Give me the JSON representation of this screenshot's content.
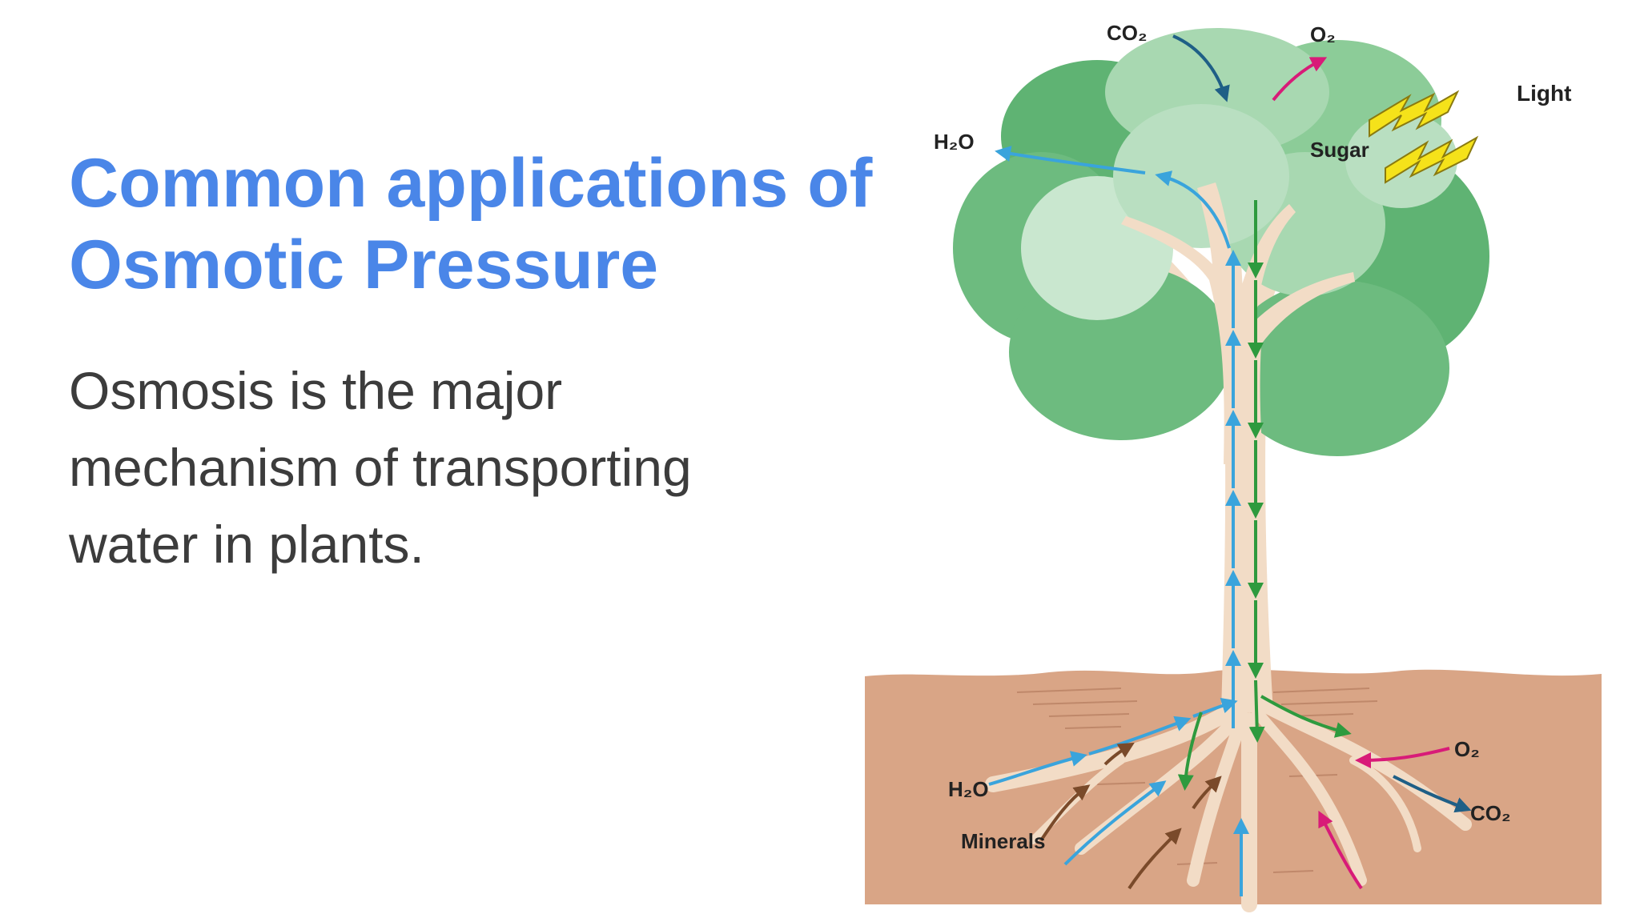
{
  "slide": {
    "title_line1": "Common applications of",
    "title_line2": "Osmotic Pressure",
    "body_line1": "Osmosis is the major",
    "body_line2": "mechanism of transporting",
    "body_line3": "water in plants."
  },
  "diagram": {
    "labels": {
      "co2_top": "CO₂",
      "o2_top": "O₂",
      "light": "Light",
      "h2o_top": "H₂O",
      "sugar": "Sugar",
      "o2_soil": "O₂",
      "co2_soil": "CO₂",
      "h2o_soil": "H₂O",
      "minerals": "Minerals"
    },
    "colors": {
      "title": "#4a86e8",
      "body_text": "#3c3c3c",
      "water_arrow": "#3aa4dc",
      "sugar_arrow": "#2e9a3e",
      "co2_arrow": "#1f5f86",
      "o2_arrow": "#d81b78",
      "mineral_arrow": "#7a4a2a",
      "light_bolt": "#f5e21a",
      "soil": "#d9a586",
      "trunk": "#f2dcc6",
      "canopy": "#7cc48a"
    }
  }
}
